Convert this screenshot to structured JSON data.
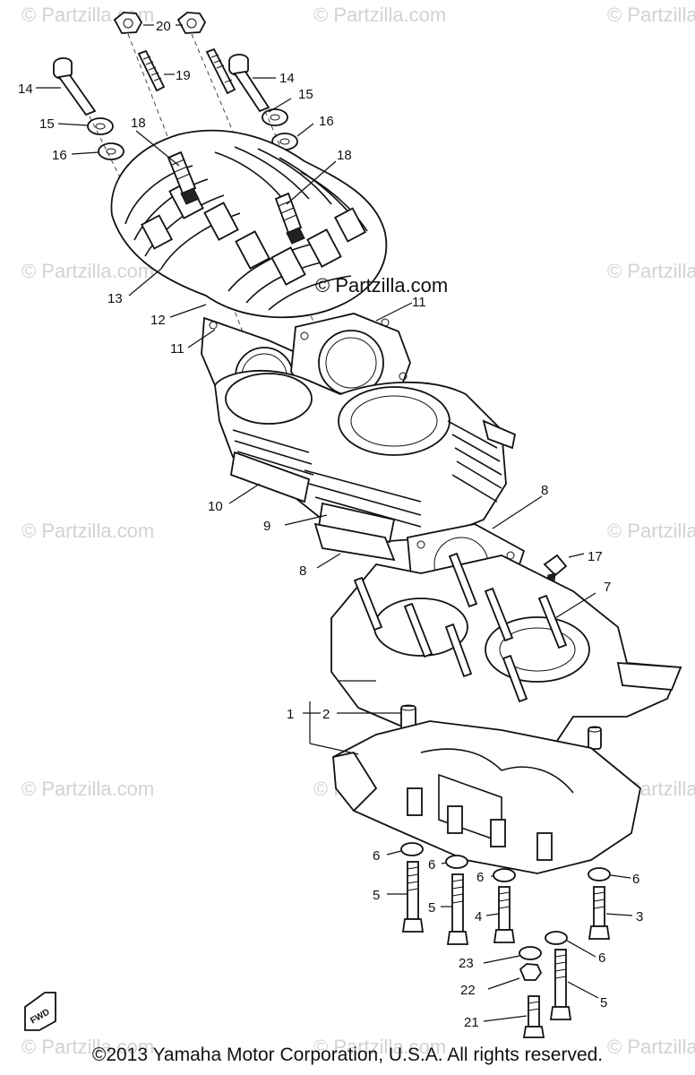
{
  "watermark": "© Partzilla.com",
  "center_watermark": "© Partzilla.com",
  "copyright": "©2013 Yamaha Motor Corporation, U.S.A. All rights reserved.",
  "fwd_label": "FWD",
  "callouts": {
    "c20": "20",
    "c19": "19",
    "c14a": "14",
    "c14b": "14",
    "c15a": "15",
    "c15b": "15",
    "c16a": "16",
    "c16b": "16",
    "c18a": "18",
    "c18b": "18",
    "c13": "13",
    "c12": "12",
    "c11a": "11",
    "c11b": "11",
    "c10": "10",
    "c9": "9",
    "c8a": "8",
    "c8b": "8",
    "c17": "17",
    "c7": "7",
    "c1": "1",
    "c2": "2",
    "c6a": "6",
    "c6b": "6",
    "c6c": "6",
    "c6d": "6",
    "c6e": "6",
    "c5a": "5",
    "c5b": "5",
    "c5c": "5",
    "c4": "4",
    "c3": "3",
    "c23": "23",
    "c22": "22",
    "c21": "21"
  }
}
